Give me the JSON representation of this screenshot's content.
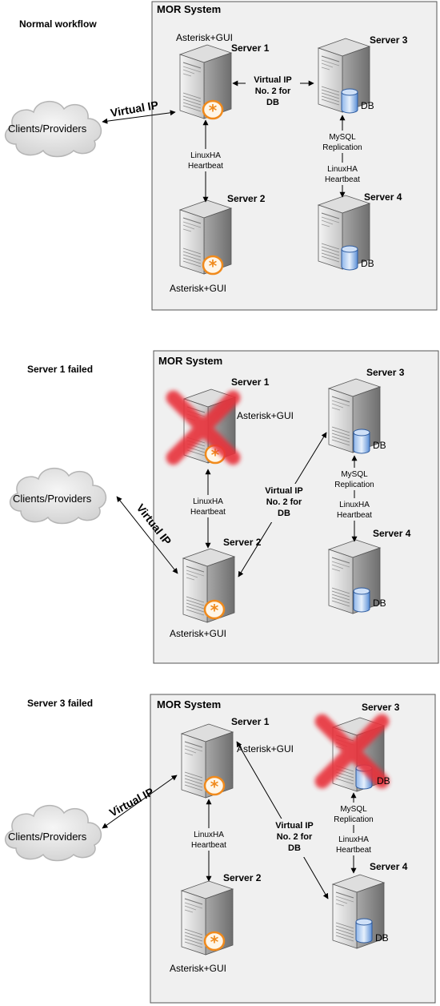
{
  "panels": [
    {
      "heading": "Normal workflow",
      "system_title": "MOR System",
      "server1": "Server 1",
      "server2": "Server 2",
      "server3": "Server 3",
      "server4": "Server 4",
      "asterisk_top": "Asterisk+GUI",
      "asterisk_bottom": "Asterisk+GUI",
      "db3": "DB",
      "db4": "DB",
      "clients": "Clients/Providers",
      "virtual_ip": "Virtual IP",
      "vip2_line1": "Virtual IP",
      "vip2_line2": "No. 2 for",
      "vip2_line3": "DB",
      "linuxha_1": "LinuxHA",
      "heartbeat_1": "Heartbeat",
      "mysql_1": "MySQL",
      "replication": "Replication",
      "linuxha_2": "LinuxHA",
      "heartbeat_2": "Heartbeat"
    },
    {
      "heading": "Server 1 failed",
      "system_title": "MOR System",
      "server1": "Server 1",
      "server2": "Server 2",
      "server3": "Server 3",
      "server4": "Server 4",
      "asterisk_top": "Asterisk+GUI",
      "asterisk_bottom": "Asterisk+GUI",
      "db3": "DB",
      "db4": "DB",
      "clients": "Clients/Providers",
      "virtual_ip": "Virtual IP",
      "vip2_line1": "Virtual IP",
      "vip2_line2": "No. 2 for",
      "vip2_line3": "DB",
      "linuxha_1": "LinuxHA",
      "heartbeat_1": "Heartbeat",
      "mysql_1": "MySQL",
      "replication": "Replication",
      "linuxha_2": "LinuxHA",
      "heartbeat_2": "Heartbeat"
    },
    {
      "heading": "Server 3 failed",
      "system_title": "MOR System",
      "server1": "Server 1",
      "server2": "Server 2",
      "server3": "Server 3",
      "server4": "Server 4",
      "asterisk_top": "Asterisk+GUI",
      "asterisk_bottom": "Asterisk+GUI",
      "db3": "DB",
      "db4": "DB",
      "clients": "Clients/Providers",
      "virtual_ip": "Virtual IP",
      "vip2_line1": "Virtual IP",
      "vip2_line2": "No. 2 for",
      "vip2_line3": "DB",
      "linuxha_1": "LinuxHA",
      "heartbeat_1": "Heartbeat",
      "mysql_1": "MySQL",
      "replication": "Replication",
      "linuxha_2": "LinuxHA",
      "heartbeat_2": "Heartbeat"
    }
  ],
  "colors": {
    "failure_cross": "#e8303a",
    "asterisk_orange": "#f08a1c",
    "db_blue": "#5b8fd6",
    "cloud_gray": "#dcdcdc",
    "server_gray": "#c8c8c8"
  },
  "icons": [
    "server-icon",
    "database-icon",
    "asterisk-icon",
    "cloud-icon",
    "failure-cross-icon"
  ]
}
